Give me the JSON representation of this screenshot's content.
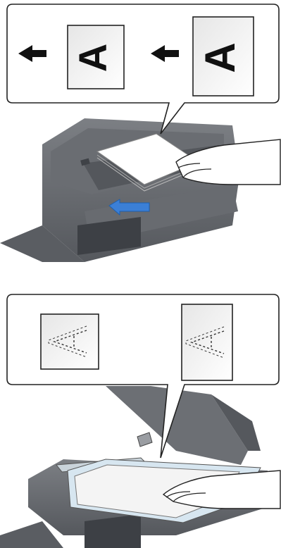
{
  "panels": [
    {
      "id": "adf-loading",
      "callout": {
        "pages": [
          {
            "letter": "A",
            "orientation": "rotated-left",
            "style": "solid"
          },
          {
            "letter": "A",
            "orientation": "rotated-left",
            "style": "solid"
          }
        ],
        "arrows": [
          "arrow-left-icon",
          "arrow-left-icon"
        ]
      },
      "insert_arrow": "arrow-insert-icon"
    },
    {
      "id": "platen-loading",
      "callout": {
        "pages": [
          {
            "letter": "A",
            "orientation": "rotated-left",
            "style": "dashed-mirrored"
          },
          {
            "letter": "A",
            "orientation": "rotated-left",
            "style": "dashed-mirrored"
          }
        ]
      }
    }
  ],
  "colors": {
    "machine_dark": "#5f6166",
    "machine_mid": "#7a7d82",
    "machine_light": "#9a9da2",
    "insert_arrow": "#3b7fd6",
    "paper": "#f2f2f2",
    "glass": "#d7e6f0"
  }
}
